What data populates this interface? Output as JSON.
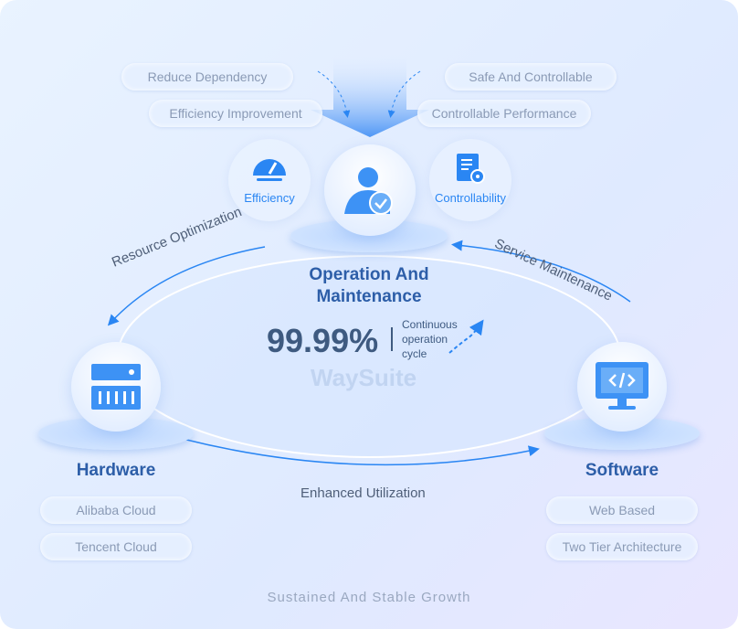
{
  "top_pills": {
    "left": [
      "Reduce Dependency",
      "Efficiency Improvement"
    ],
    "right": [
      "Safe And Controllable",
      "Controllable Performance"
    ]
  },
  "center": {
    "title_line1": "Operation And",
    "title_line2": "Maintenance",
    "left_badge": "Efficiency",
    "right_badge": "Controllability"
  },
  "stat": {
    "value": "99.99%",
    "caption_line1": "Continuous",
    "caption_line2": "operation",
    "caption_line3": "cycle",
    "watermark": "WaySuite"
  },
  "arcs": {
    "left": "Resource Optimization",
    "right": "Service Maintenance",
    "bottom": "Enhanced Utilization"
  },
  "hardware": {
    "title": "Hardware",
    "items": [
      "Alibaba Cloud",
      "Tencent Cloud"
    ]
  },
  "software": {
    "title": "Software",
    "items": [
      "Web Based",
      "Two Tier Architecture"
    ]
  },
  "footer": "Sustained And Stable Growth",
  "colors": {
    "accent": "#2a86f3",
    "title": "#2d5ea8"
  }
}
